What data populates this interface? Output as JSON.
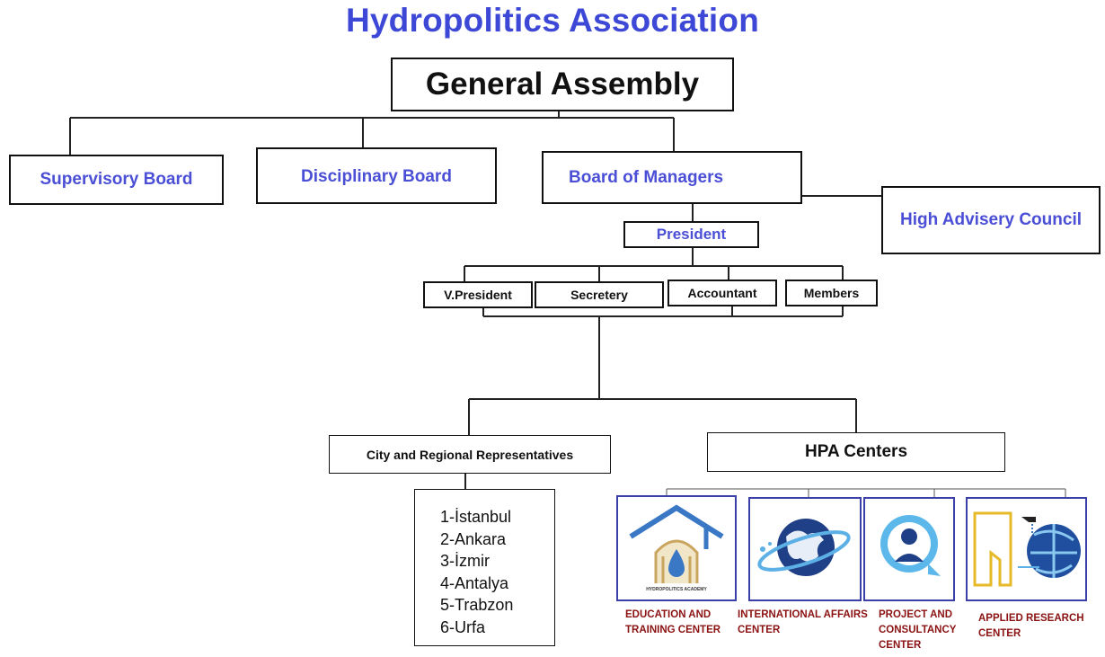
{
  "title": "Hydropolitics Association",
  "general_assembly": "General Assembly",
  "boards": {
    "supervisory": "Supervisory Board",
    "disciplinary": "Disciplinary Board",
    "managers": "Board of Managers",
    "advisory": "High Advisery Council"
  },
  "president": "President",
  "officers": {
    "vice_president": "V.President",
    "secretary": "Secretery",
    "accountant": "Accountant",
    "members": "Members"
  },
  "representatives": {
    "title": "City and Regional Representatives",
    "cities": [
      "1-İstanbul",
      "2-Ankara",
      "3-İzmir",
      "4-Antalya",
      "5-Trabzon",
      "6-Urfa"
    ]
  },
  "hpa_centers": {
    "title": "HPA Centers",
    "logo_text": "HYDROPOLITICS ACADEMY",
    "centers": [
      {
        "line1": "EDUCATION AND",
        "line2": "TRAINING CENTER",
        "line3": ""
      },
      {
        "line1": "INTERNATIONAL AFFAIRS",
        "line2": "CENTER",
        "line3": ""
      },
      {
        "line1": "PROJECT AND",
        "line2": "CONSULTANCY",
        "line3": "CENTER"
      },
      {
        "line1": "APPLIED RESEARCH",
        "line2": "CENTER",
        "line3": ""
      }
    ]
  },
  "colors": {
    "title_blue": "#3d49d6",
    "label_blue": "#4a4fd6",
    "center_label_red": "#8b1212",
    "center_border": "#3b3fa8"
  }
}
